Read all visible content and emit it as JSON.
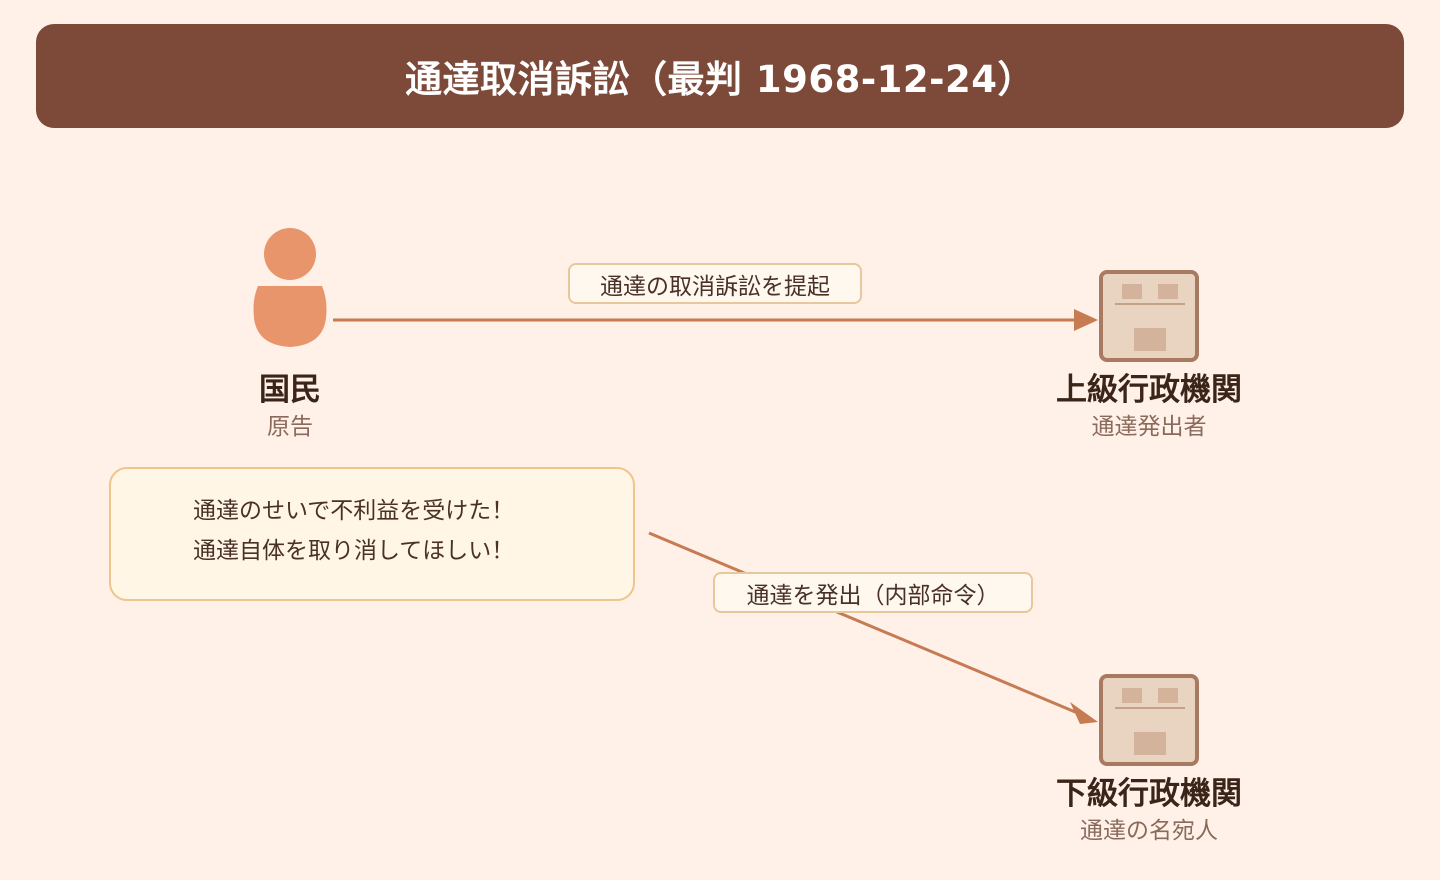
{
  "title": "通達取消訴訟（最判 1968-12-24）",
  "nodes": {
    "citizen": {
      "name": "国民",
      "role": "原告"
    },
    "upper_agency": {
      "name": "上級行政機関",
      "role": "通達発出者"
    },
    "lower_agency": {
      "name": "下級行政機関",
      "role": "通達の名宛人"
    }
  },
  "edges": {
    "lawsuit": {
      "label": "通達の取消訴訟を提起"
    },
    "issue": {
      "label": "通達を発出（内部命令）"
    }
  },
  "speech_bubble": {
    "lines": [
      "通達のせいで不利益を受けた！",
      "通達自体を取り消してほしい！"
    ]
  },
  "colors": {
    "background": "#fff1e8",
    "title_bar": "#7d4a39",
    "person": "#e8956b",
    "arrow": "#c67b52",
    "building_fill": "#e9d3c1",
    "building_stroke": "#a97a62"
  },
  "icons": {
    "citizen": "person-icon",
    "upper_agency": "building-icon",
    "lower_agency": "building-icon"
  }
}
